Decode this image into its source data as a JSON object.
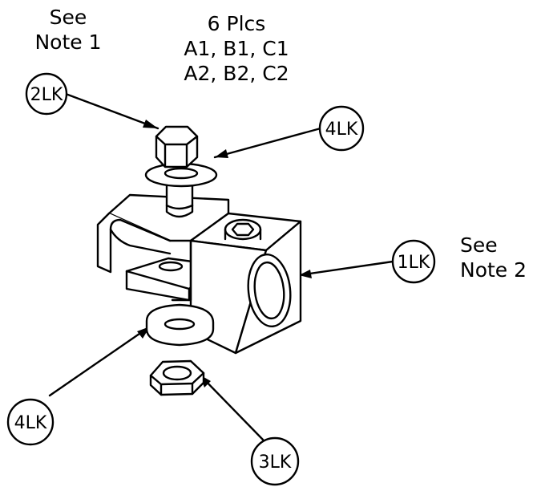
{
  "notes": {
    "note1_line1": "See",
    "note1_line2": "Note 1",
    "qty_line1": "6 Plcs",
    "qty_line2": "A1, B1, C1",
    "qty_line3": "A2, B2, C2",
    "note2_line1": "See",
    "note2_line2": "Note 2"
  },
  "balloons": {
    "bolt": "2LK",
    "washer_top": "4LK",
    "connector": "1LK",
    "washer_bottom": "4LK",
    "nut": "3LK"
  },
  "colors": {
    "line": "#000000",
    "background": "#ffffff"
  }
}
